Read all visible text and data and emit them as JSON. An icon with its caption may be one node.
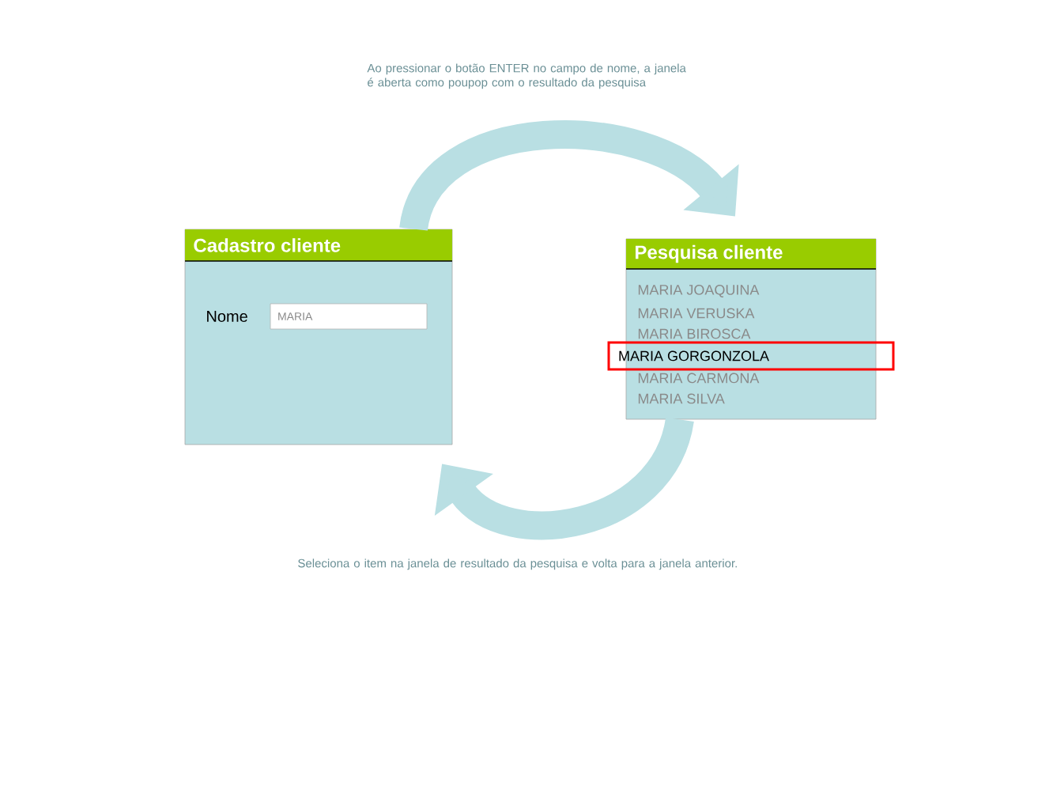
{
  "diagram": {
    "nodes": [
      {
        "text": [
          "Cadastro cliente",
          "Nome"
        ]
      },
      {
        "text": [
          "MARIA"
        ],
        "in": 0
      },
      {
        "text": [
          "Pesquisa cliente"
        ]
      },
      {
        "text": [
          "MARIA JOAQUINA"
        ],
        "in": 2
      },
      {
        "text": [
          "MARIA VERUSKA"
        ],
        "in": 2
      },
      {
        "text": [
          "MARIA BIROSCA"
        ],
        "in": 2
      },
      {
        "text": [
          "MARIA GORGONZOLA"
        ]
      },
      {
        "text": [
          "MARIA CARMONA"
        ],
        "in": 2
      },
      {
        "text": [
          "MARIA SILVA"
        ],
        "in": 2
      }
    ],
    "edges": [
      {
        "from": 0,
        "to": 2,
        "arrow": "to",
        "label": "Ao pressionar o botão ENTER no campo de nome, a janela é aberta como poupop com o resultado da pesquisa"
      },
      {
        "from": 2,
        "to": 0,
        "arrow": "to",
        "label": "Seleciona o item na janela de resultado da pesquisa e volta para a janela anterior."
      }
    ]
  }
}
